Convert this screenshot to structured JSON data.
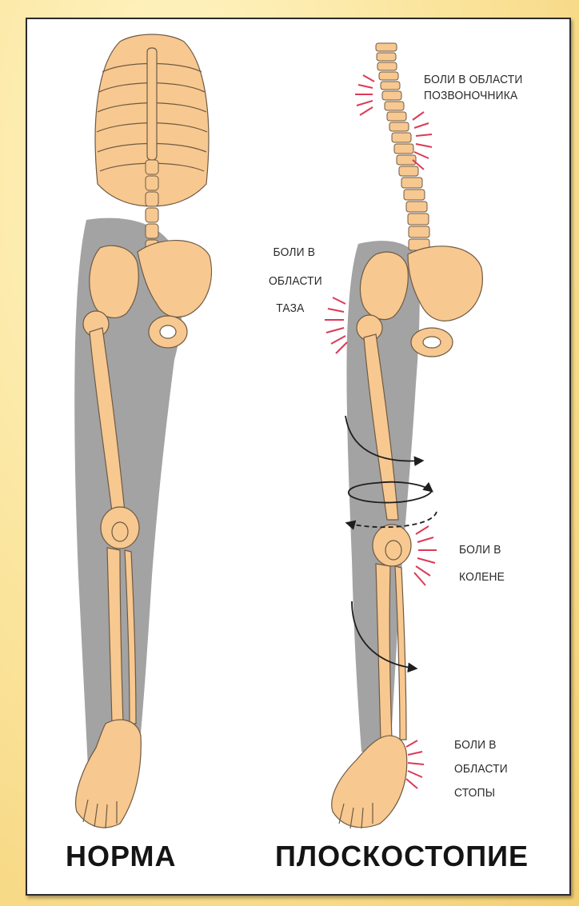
{
  "colors": {
    "bone": "#f7c890",
    "bone_outline": "#6e5a44",
    "shadow": "#a3a3a3",
    "pain": "#dc3a56",
    "background": "#fbe6a0"
  },
  "captions": {
    "left": "НОРМА",
    "right": "ПЛОСКОСТОПИЕ"
  },
  "annotations": {
    "spine": [
      "БОЛИ В ОБЛАСТИ",
      "ПОЗВОНОЧНИКА"
    ],
    "pelvis": [
      "БОЛИ В",
      "ОБЛАСТИ",
      "ТАЗА"
    ],
    "knee": [
      "БОЛИ В",
      "КОЛЕНЕ"
    ],
    "foot": [
      "БОЛИ В",
      "ОБЛАСТИ",
      "СТОПЫ"
    ]
  }
}
